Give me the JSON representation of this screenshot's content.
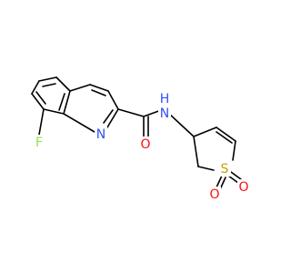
{
  "molecule": {
    "atoms": {
      "fluorine": {
        "symbol": "F",
        "color": "#90E050"
      },
      "ring_nitrogen": {
        "symbol": "N",
        "color": "#3050F8"
      },
      "amide_nitrogen": {
        "symbol": "N",
        "color": "#3050F8"
      },
      "amide_hydrogen": {
        "symbol": "H",
        "color": "#3050F8"
      },
      "carbonyl_oxygen": {
        "symbol": "O",
        "color": "#FF0D0D"
      },
      "sulfur": {
        "symbol": "S",
        "color": "#C8A000"
      },
      "sulfonyl_oxygen_1": {
        "symbol": "O",
        "color": "#FF0D0D"
      },
      "sulfonyl_oxygen_2": {
        "symbol": "O",
        "color": "#FF0D0D"
      }
    },
    "bond_color": "#000000"
  }
}
